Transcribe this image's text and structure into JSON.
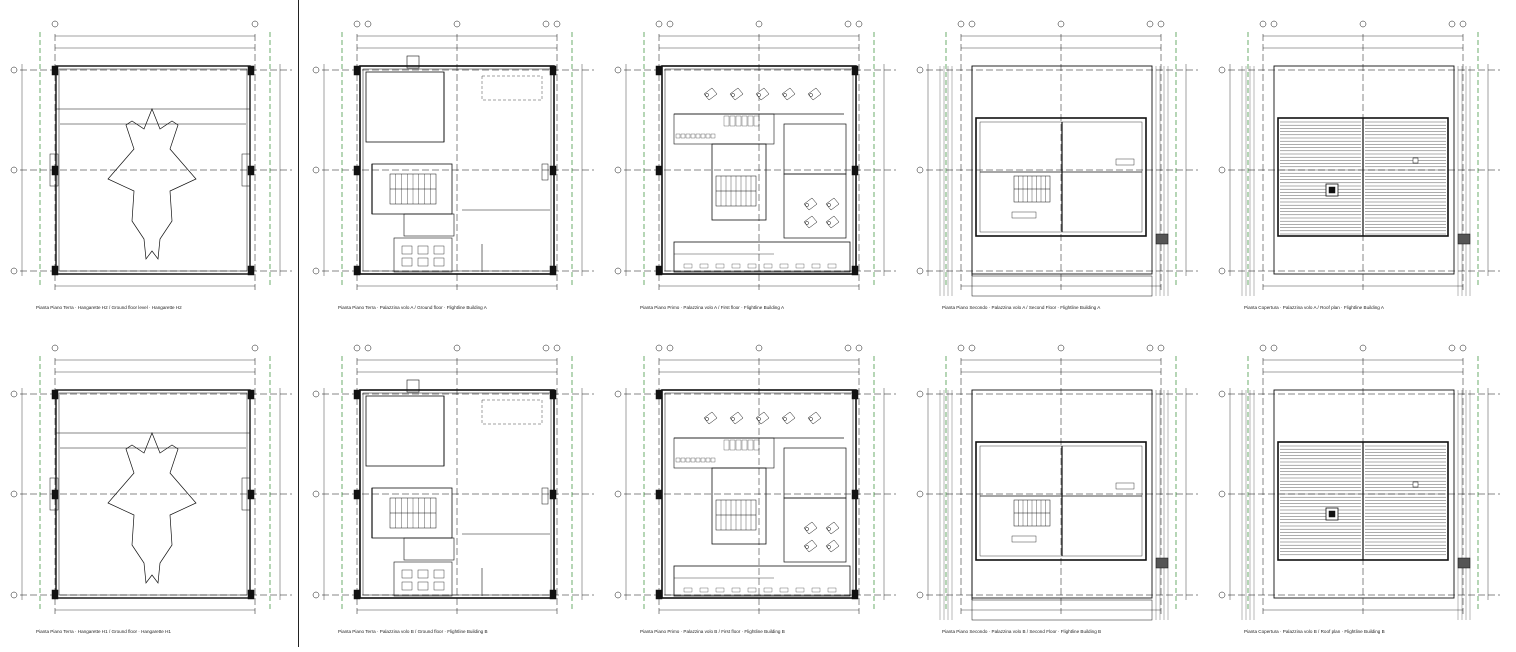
{
  "sheet": {
    "colors": {
      "line": "#111111",
      "grid": "#2e8b2e",
      "axis": "#111111",
      "bg": "#ffffff"
    },
    "rows": [
      {
        "plans": [
          {
            "kind": "hangar",
            "caption": "Pianta Piano Terra · Hangarette H2 / Ground floor level · Hangarette H2"
          },
          {
            "kind": "office-ground",
            "caption": "Pianta Piano Terra · Palazzina volo A / Ground floor · Flightline Building A"
          },
          {
            "kind": "office-first",
            "caption": "Pianta Piano Primo · Palazzina volo A / First floor · Flightline Building A"
          },
          {
            "kind": "office-second",
            "caption": "Pianta Piano Secondo · Palazzina volo A / Second Floor · Flightline Building A"
          },
          {
            "kind": "roof",
            "caption": "Pianta Copertura · Palazzina volo A / Roof plan · Flightline Building A"
          }
        ]
      },
      {
        "plans": [
          {
            "kind": "hangar",
            "caption": "Pianta Piano Terra · Hangarette H1 / Ground floor · Hangarette H1"
          },
          {
            "kind": "office-ground",
            "caption": "Pianta Piano Terra · Palazzina volo B / Ground floor · Flightline Building B"
          },
          {
            "kind": "office-first",
            "caption": "Pianta Piano Primo · Palazzina volo B / First floor · Flightline Building B"
          },
          {
            "kind": "office-second",
            "caption": "Pianta Piano Secondo · Palazzina volo B / Second Floor · Flightline Building B"
          },
          {
            "kind": "roof",
            "caption": "Pianta Copertura · Palazzina volo B / Roof plan · Flightline Building B"
          }
        ]
      }
    ]
  }
}
